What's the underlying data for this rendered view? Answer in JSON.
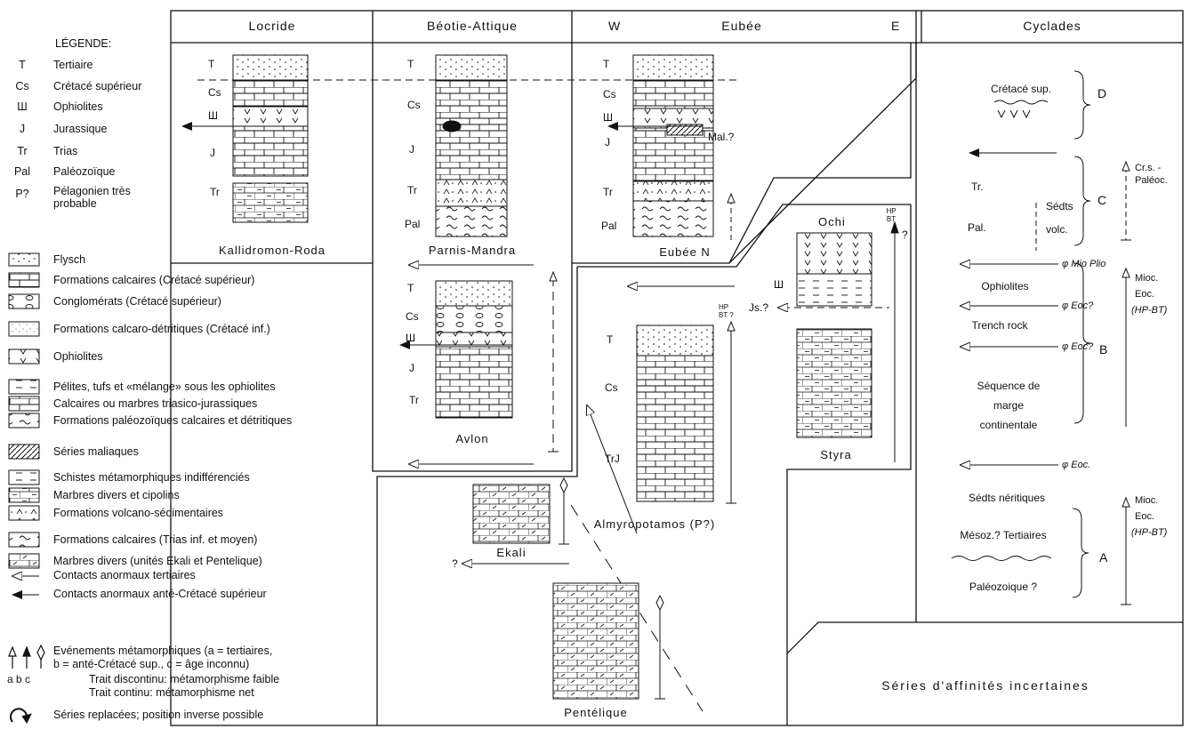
{
  "legend": {
    "title": "LÉGENDE:",
    "abbr": [
      {
        "code": "T",
        "label": "Tertiaire"
      },
      {
        "code": "Cs",
        "label": "Crétacé supérieur"
      },
      {
        "code": "Ш",
        "label": "Ophiolites"
      },
      {
        "code": "J",
        "label": "Jurassique"
      },
      {
        "code": "Tr",
        "label": "Trias"
      },
      {
        "code": "Pal",
        "label": "Paléozoïque"
      },
      {
        "code": "P?",
        "label": "Pélagonien très probable"
      }
    ],
    "patterns": [
      {
        "icon": "flysch-pattern-icon",
        "label": "Flysch"
      },
      {
        "icon": "limestone-cretaceous-pattern-icon",
        "label": "Formations calcaires (Crétacé supérieur)"
      },
      {
        "icon": "conglomerate-pattern-icon",
        "label": "Conglomérats (Crétacé supérieur)"
      },
      {
        "icon": "calcareous-detrital-pattern-icon",
        "label": "Formations calcaro-détritiques (Crétacé inf.)"
      },
      {
        "icon": "ophiolite-pattern-icon",
        "label": "Ophiolites"
      },
      {
        "icon": "pelite-pattern-icon",
        "label": "Pélites, tufs et «mélange» sous les ophiolites"
      },
      {
        "icon": "triassic-jurassic-limestone-pattern-icon",
        "label": "Calcaires ou marbres triasico-jurassiques"
      },
      {
        "icon": "paleozoic-formation-pattern-icon",
        "label": "Formations paléozoïques calcaires et détritiques"
      },
      {
        "icon": "maliac-hatch-pattern-icon",
        "label": "Séries maliaques"
      },
      {
        "icon": "schist-pattern-icon",
        "label": "Schistes métamorphiques indifférenciés"
      },
      {
        "icon": "marble-pattern-icon",
        "label": "Marbres divers et cipolins"
      },
      {
        "icon": "volcano-sedimentary-pattern-icon",
        "label": "Formations volcano-sédimentaires"
      },
      {
        "icon": "limestone-triassic-pattern-icon",
        "label": "Formations calcaires (Trias inf. et moyen)"
      },
      {
        "icon": "ekali-marble-pattern-icon",
        "label": "Marbres divers (unités Ekali et Pentelique)"
      },
      {
        "icon": "open-arrow-icon",
        "label": "Contacts anormaux tertiaires"
      },
      {
        "icon": "filled-arrow-icon",
        "label": "Contacts anormaux anté-Crétacé supérieur"
      }
    ],
    "meta_line1": "Evénements métamorphiques (a = tertiaires,",
    "meta_line2": "b = anté-Crétacé sup., c = âge inconnu)",
    "meta_line3": "Trait discontinu: métamorphisme faible",
    "meta_line4": "Trait continu: métamorphisme net",
    "meta_abc": "a  b  c",
    "replaced": "Séries replacées; position inverse possible"
  },
  "headers": {
    "locride": "Locride",
    "beotie": "Béotie-Attique",
    "eubee_w": "W",
    "eubee": "Eubée",
    "eubee_e": "E",
    "cyclades": "Cyclades"
  },
  "columns": {
    "kallidromon": {
      "name": "Kallidromon-Roda",
      "labels": [
        "T",
        "Cs",
        "Ш",
        "J",
        "Tr"
      ]
    },
    "parnis": {
      "name": "Parnis-Mandra",
      "labels": [
        "T",
        "Cs",
        "J",
        "Tr",
        "Pal"
      ]
    },
    "eubee_n": {
      "name": "Eubée N",
      "labels": [
        "T",
        "Cs",
        "Ш",
        "J",
        "Tr",
        "Pal"
      ],
      "mal": "Mal.?"
    },
    "avlon": {
      "name": "Avlon",
      "labels": [
        "T",
        "Cs",
        "Ш",
        "J",
        "Tr"
      ]
    },
    "almyropotamos": {
      "name": "Almyropotamos (P?)",
      "labels": [
        "T",
        "Cs",
        "TrJ"
      ],
      "hp": "HP",
      "bt": "BT ?"
    },
    "styra": {
      "name": "Styra",
      "top": "Ochi",
      "labels": [
        "Ш",
        "Js.?"
      ],
      "hp": "HP",
      "bt": "BT",
      "q": "?"
    },
    "ekali": {
      "name": "Ekali",
      "q": "?"
    },
    "pentelique": {
      "name": "Pentélique"
    }
  },
  "cyclades": {
    "D": {
      "letter": "D",
      "text": "Crétacé sup."
    },
    "C": {
      "letter": "C",
      "tr": "Tr.",
      "pal": "Pal.",
      "sed": "Sédts",
      "volc": "volc.",
      "event": "Cr.s. -",
      "event2": "Paléoc."
    },
    "phi_mio": "φ Mio Plio",
    "ophiolites": "Ophiolites",
    "phi_eoc1": "φ Eoc?",
    "trench": "Trench rock",
    "phi_eoc2": "φ Eoc?",
    "B": {
      "letter": "B",
      "seq1": "Séquence de",
      "seq2": "marge",
      "seq3": "continentale"
    },
    "B_events": [
      "Mioc.",
      "Eoc.",
      "(HP-BT)"
    ],
    "phi_eoc3": "φ Eoc.",
    "A": {
      "letter": "A",
      "sed": "Sédts néritiques",
      "meso": "Mésoz.? Tertiaires",
      "pal": "Paléozoique ?"
    },
    "A_events": [
      "Mioc.",
      "Eoc.",
      "(HP-BT)"
    ],
    "incertaines": "Séries d'affinités incertaines"
  }
}
